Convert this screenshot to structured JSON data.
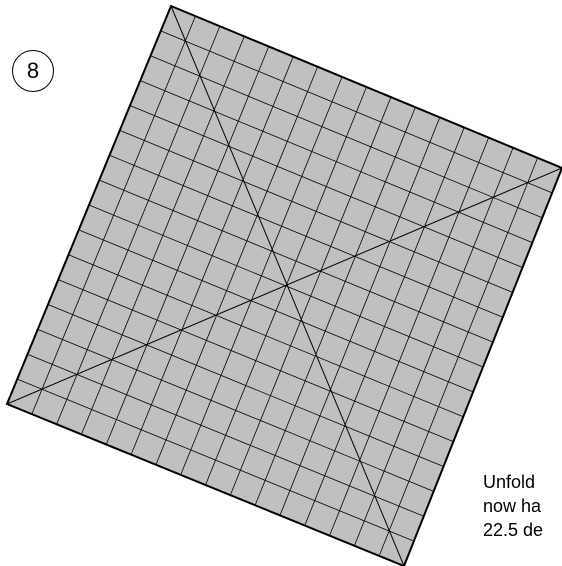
{
  "step": {
    "number": "8"
  },
  "caption": {
    "line1": "Unfold",
    "line2": "now ha",
    "line3": "22.5 de"
  },
  "diagram": {
    "grid_divisions": 16,
    "fill_color": "#c0c0c0",
    "line_color": "#000000"
  }
}
